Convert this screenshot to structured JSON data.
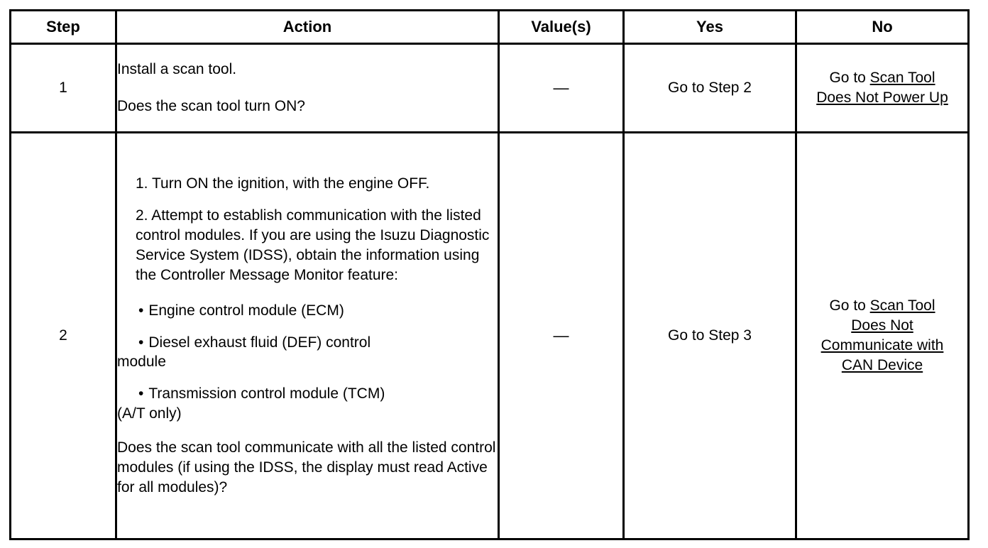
{
  "table": {
    "headers": [
      {
        "key": "step",
        "label": "Step"
      },
      {
        "key": "action",
        "label": "Action"
      },
      {
        "key": "value",
        "label": "Value(s)"
      },
      {
        "key": "yes",
        "label": "Yes"
      },
      {
        "key": "no",
        "label": "No"
      }
    ],
    "rows": [
      {
        "step": "1",
        "action": {
          "paragraphs": [
            "Install a scan tool.",
            "Does the scan tool turn ON?"
          ]
        },
        "value": "—",
        "yes": "Go to Step 2",
        "no": {
          "prefix": "Go to ",
          "link_lines": [
            "Scan Tool",
            "Does Not Power Up"
          ],
          "full_link": "Scan Tool Does Not Power Up"
        }
      },
      {
        "step": "2",
        "action": {
          "numbered": [
            {
              "number": "1.",
              "text": "Turn ON the ignition, with the engine OFF."
            },
            {
              "number": "2.",
              "text": "Attempt to establish communication with the listed control modules. If you are using the Isuzu Diagnostic Service System (IDSS), obtain the information using the Controller Message Monitor feature:"
            }
          ],
          "bullets": [
            {
              "marker": "•",
              "first_line": "Engine control module (ECM)",
              "continuation": ""
            },
            {
              "marker": "•",
              "first_line": "Diesel exhaust fluid (DEF) control",
              "continuation": "module"
            },
            {
              "marker": "•",
              "first_line": "Transmission control module (TCM)",
              "continuation": "(A/T only)"
            }
          ],
          "question": "Does the scan tool communicate with all the listed control modules (if using the IDSS, the display must read Active for all modules)?"
        },
        "value": "—",
        "yes": "Go to Step 3",
        "no": {
          "prefix": "Go to ",
          "link_lines": [
            "Scan Tool",
            "Does Not",
            "Communicate with",
            "CAN Device"
          ],
          "full_link": "Scan Tool Does Not Communicate with CAN Device"
        }
      }
    ]
  },
  "colors": {
    "background": "#ffffff",
    "text": "#000000",
    "border": "#000000"
  }
}
